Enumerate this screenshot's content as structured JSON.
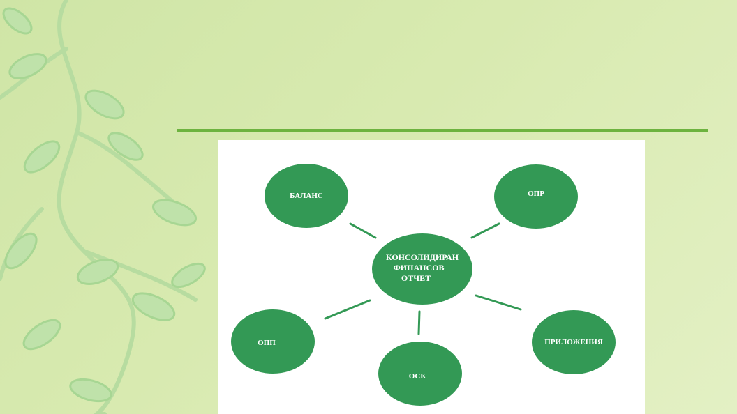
{
  "slide": {
    "accent_color": "#6db33f",
    "node_color": "#339955",
    "background_color": "#d4e8ad"
  },
  "diagram": {
    "center": {
      "lines": [
        "КОНСОЛИДИРАН",
        "ФИНАНСОВ",
        "ОТЧЕТ"
      ]
    },
    "nodes": {
      "balance": "БАЛАНС",
      "opr": "ОПР",
      "opp": "ОПП",
      "osk": "ОСК",
      "prilozhenia": "ПРИЛОЖЕНИЯ"
    }
  }
}
